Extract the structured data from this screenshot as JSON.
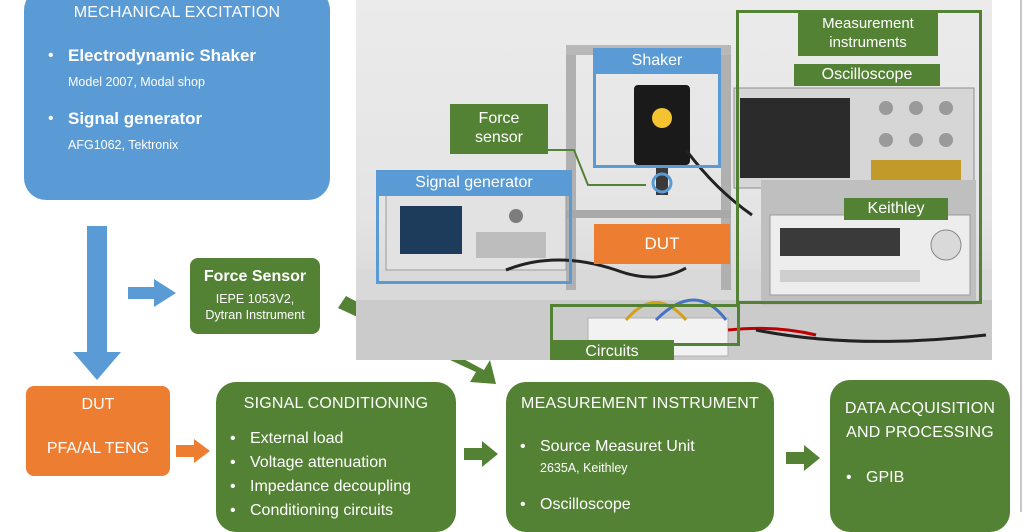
{
  "mechanical": {
    "title": "MECHANICAL EXCITATION",
    "items": [
      {
        "label": "Electrodynamic Shaker",
        "sub": "Model 2007,  Modal shop"
      },
      {
        "label": "Signal generator",
        "sub": "AFG1062, Tektronix"
      }
    ]
  },
  "force_sensor": {
    "title": "Force  Sensor",
    "line1": "IEPE 1053V2,",
    "line2": "Dytran Instrument"
  },
  "dut": {
    "title": "DUT",
    "sub": "PFA/AL TENG"
  },
  "signal_conditioning": {
    "title": "SIGNAL CONDITIONING",
    "items": [
      "External load",
      "Voltage attenuation",
      "Impedance decoupling",
      "Conditioning circuits"
    ]
  },
  "measurement": {
    "title": "MEASUREMENT INSTRUMENT",
    "items": [
      {
        "label": "Source Measuret Unit",
        "sub": "2635A, Keithley"
      },
      {
        "label": "Oscilloscope",
        "sub": ""
      }
    ]
  },
  "daq": {
    "title_line1": "DATA ACQUISITION",
    "title_line2": "AND PROCESSING",
    "items": [
      "GPIB"
    ]
  },
  "photo_labels": {
    "measurement_instruments_1": "Measurement",
    "measurement_instruments_2": "instruments",
    "shaker": "Shaker",
    "oscilloscope": "Oscilloscope",
    "force_sensor_1": "Force",
    "force_sensor_2": "sensor",
    "signal_generator": "Signal generator",
    "keithley": "Keithley",
    "dut": "DUT",
    "circuits": "Circuits"
  },
  "colors": {
    "blue": "#5b9bd5",
    "green": "#548235",
    "orange": "#ed7d31"
  }
}
